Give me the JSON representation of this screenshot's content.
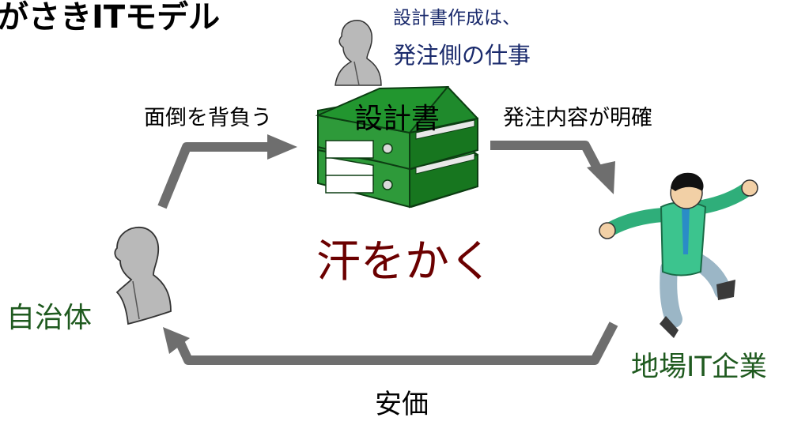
{
  "title": "がさきITモデル",
  "note": {
    "line1": "設計書作成は、",
    "line2": "発注側の仕事"
  },
  "binder_label": "設計書",
  "arrow_labels": {
    "burden": "面倒を背負う",
    "clear_order": "発注内容が明確",
    "cheap": "安価"
  },
  "center_text": "汗をかく",
  "actors": {
    "government": "自治体",
    "company": "地場IT企業"
  },
  "colors": {
    "arrow": "#6e6e6e",
    "binder": "#1f8a2c",
    "center_text": "#6b0000",
    "actor_label": "#1f5a1f",
    "note": "#1a2a6c"
  },
  "icons": {
    "official_small": "person-silhouette-icon",
    "official_left": "person-silhouette-icon",
    "binders": "binder-stack-icon",
    "runner": "running-businessman-icon"
  }
}
